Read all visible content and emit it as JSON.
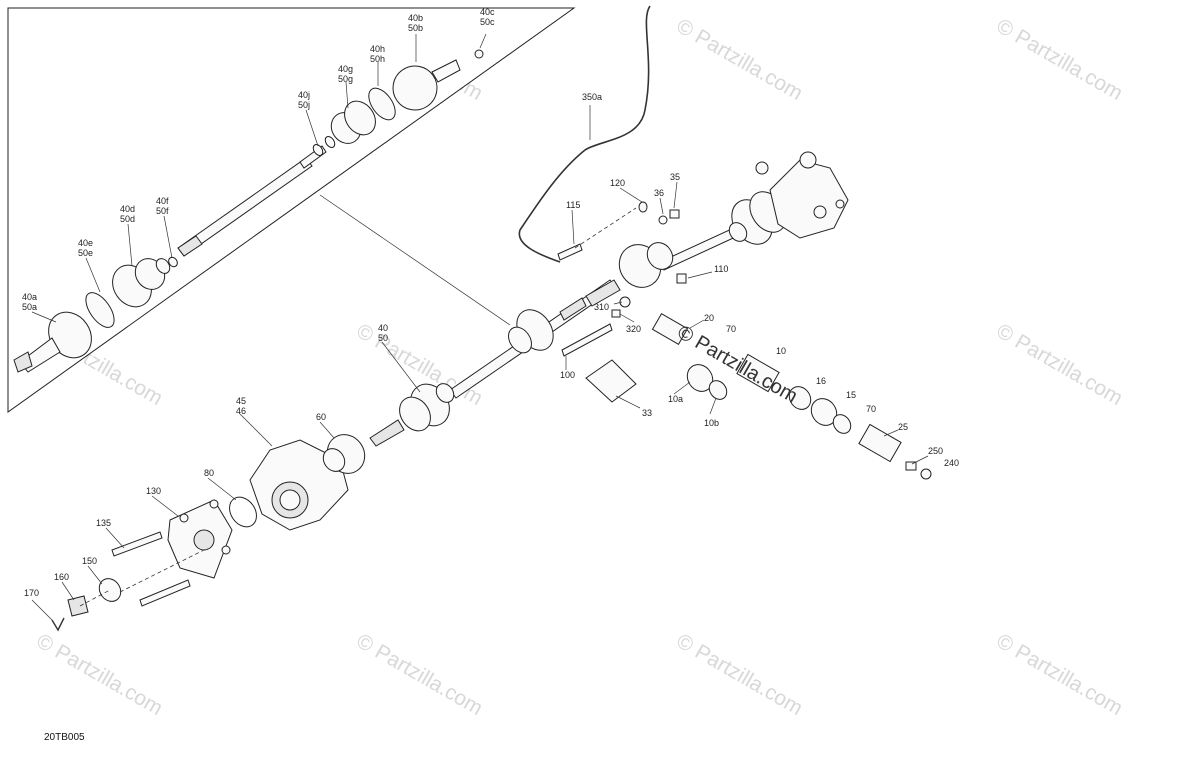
{
  "watermark": "© Partzilla.com",
  "diagram_code": "20TB005",
  "labels": [
    {
      "id": "40bc_b",
      "text": "40b"
    },
    {
      "id": "50b",
      "text": "50b"
    },
    {
      "id": "40c",
      "text": "40c"
    },
    {
      "id": "50c",
      "text": "50c"
    },
    {
      "id": "40h",
      "text": "40h"
    },
    {
      "id": "50h",
      "text": "50h"
    },
    {
      "id": "40g",
      "text": "40g"
    },
    {
      "id": "50g",
      "text": "50g"
    },
    {
      "id": "40j",
      "text": "40j"
    },
    {
      "id": "50j",
      "text": "50j"
    },
    {
      "id": "40d",
      "text": "40d"
    },
    {
      "id": "50d",
      "text": "50d"
    },
    {
      "id": "40f",
      "text": "40f"
    },
    {
      "id": "50f",
      "text": "50f"
    },
    {
      "id": "40e",
      "text": "40e"
    },
    {
      "id": "50e",
      "text": "50e"
    },
    {
      "id": "40a",
      "text": "40a"
    },
    {
      "id": "50a",
      "text": "50a"
    },
    {
      "id": "350a",
      "text": "350a"
    },
    {
      "id": "120",
      "text": "120"
    },
    {
      "id": "36",
      "text": "36"
    },
    {
      "id": "35",
      "text": "35"
    },
    {
      "id": "115",
      "text": "115"
    },
    {
      "id": "110",
      "text": "110"
    },
    {
      "id": "310",
      "text": "310"
    },
    {
      "id": "320",
      "text": "320"
    },
    {
      "id": "20",
      "text": "20"
    },
    {
      "id": "70a",
      "text": "70"
    },
    {
      "id": "10",
      "text": "10"
    },
    {
      "id": "16",
      "text": "16"
    },
    {
      "id": "15",
      "text": "15"
    },
    {
      "id": "70b",
      "text": "70"
    },
    {
      "id": "25",
      "text": "25"
    },
    {
      "id": "250",
      "text": "250"
    },
    {
      "id": "240",
      "text": "240"
    },
    {
      "id": "10a",
      "text": "10a"
    },
    {
      "id": "10b",
      "text": "10b"
    },
    {
      "id": "100",
      "text": "100"
    },
    {
      "id": "33",
      "text": "33"
    },
    {
      "id": "40",
      "text": "40"
    },
    {
      "id": "50",
      "text": "50"
    },
    {
      "id": "45",
      "text": "45"
    },
    {
      "id": "46",
      "text": "46"
    },
    {
      "id": "60",
      "text": "60"
    },
    {
      "id": "80",
      "text": "80"
    },
    {
      "id": "130",
      "text": "130"
    },
    {
      "id": "135",
      "text": "135"
    },
    {
      "id": "150",
      "text": "150"
    },
    {
      "id": "160",
      "text": "160"
    },
    {
      "id": "170",
      "text": "170"
    }
  ]
}
